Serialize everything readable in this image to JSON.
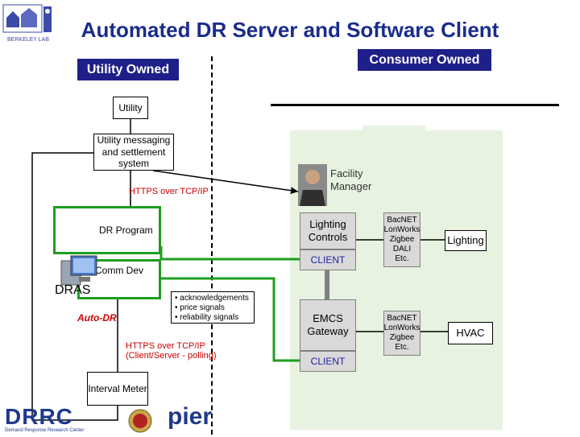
{
  "title": "Automated DR Server and Software Client",
  "labels": {
    "utility_owned": "Utility Owned",
    "consumer_owned": "Consumer Owned",
    "utility": "Utility",
    "utility_messaging": "Utility messaging and settlement system",
    "https_top": "HTTPS over TCP/IP",
    "facility_manager": "Facility Manager",
    "dr_program": "DR Program",
    "comm_dev": "Comm Dev",
    "dras": "DRAS",
    "auto_dr": "Auto-DR",
    "signals": [
      "• acknowledgements",
      "• price signals",
      "• reliability signals"
    ],
    "https_bottom_1": "HTTPS over TCP/IP",
    "https_bottom_2": "(Client/Server - polling)",
    "interval_meter": "Interval Meter",
    "lighting_controls": "Lighting Controls",
    "client_1": "CLIENT",
    "emcs_gateway": "EMCS Gateway",
    "client_2": "CLIENT",
    "protocols_lighting": [
      "BacNET",
      "LonWorks",
      "Zigbee",
      "DALI",
      "Etc."
    ],
    "protocols_hvac": [
      "BacNET",
      "LonWorks",
      "Zigbee",
      "Etc."
    ],
    "lighting": "Lighting",
    "hvac": "HVAC"
  },
  "logos": {
    "drrc": "DRRC",
    "drrc_sub": "Demand Response Research Center",
    "pier": "pier",
    "berkeley": "BERKELEY LAB"
  },
  "colors": {
    "title": "#1a2c8c",
    "tag_bg": "#1f1f8a",
    "green": "#1e9e1e",
    "consumer_zone": "#e7f3e0",
    "auto_dr": "#cc0000"
  }
}
